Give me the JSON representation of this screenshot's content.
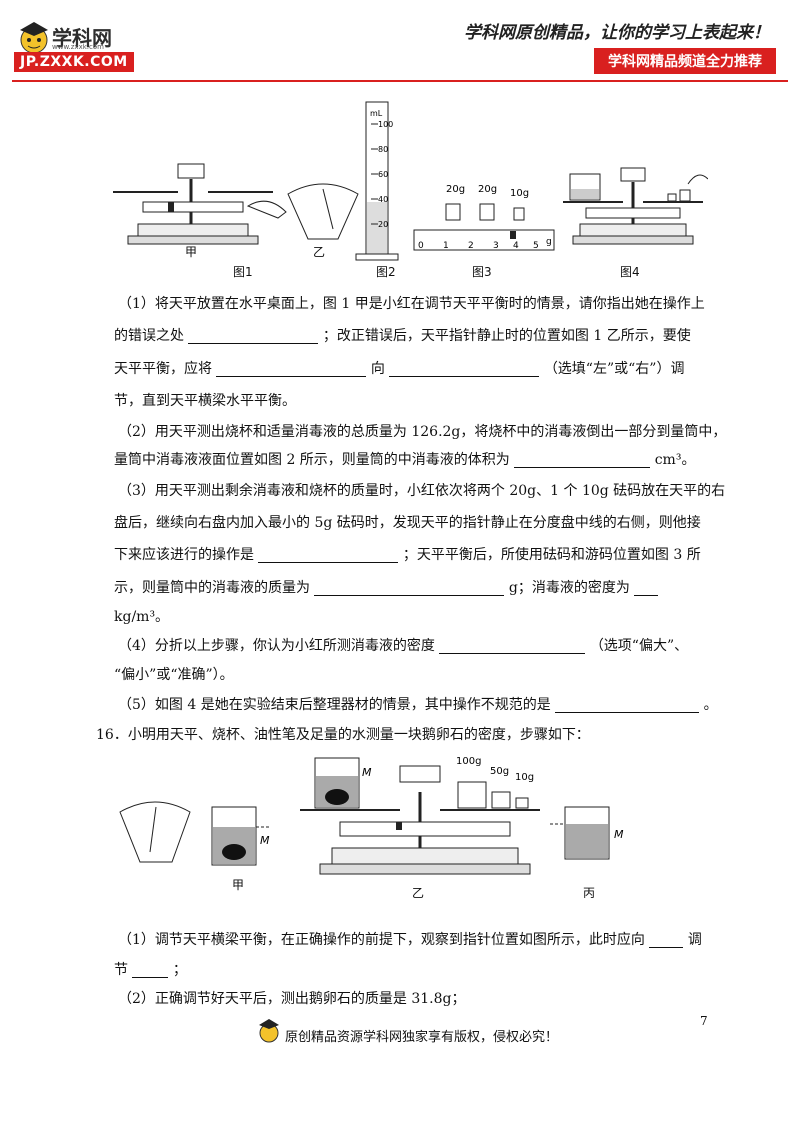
{
  "header": {
    "logo_text": "学科网",
    "logo_sub": "www.zxxk.com",
    "logo_url": "JP.ZXXK.COM",
    "slogan": "学科网原创精品，让你的学习上表起来！",
    "channel": "学科网精品频道全力推荐"
  },
  "figures_top": {
    "label_jia": "甲",
    "label_yi": "乙",
    "fig1": "图1",
    "fig2": "图2",
    "fig3": "图3",
    "fig4": "图4",
    "cylinder_unit": "mL",
    "cylinder_ticks": [
      "100",
      "80",
      "60",
      "40",
      "20"
    ],
    "weights": [
      "20g",
      "20g",
      "10g"
    ],
    "rider_scale": [
      "0",
      "1",
      "2",
      "3",
      "4",
      "5"
    ],
    "rider_unit": "g"
  },
  "q15": {
    "p1_l1": "（1）将天平放置在水平桌面上，图 1 甲是小红在调节天平平衡时的情景，请你指出她在操作上",
    "p1_l2a": "的错误之处",
    "p1_l2b": "；改正错误后，天平指针静止时的位置如图 1 乙所示，要使",
    "p1_l3a": "天平平衡，应将",
    "p1_l3b": "向",
    "p1_l3c": "（选填“左”或“右”）调",
    "p1_l4": "节，直到天平横梁水平平衡。",
    "p2_l1": "（2）用天平测出烧杯和适量消毒液的总质量为 126.2g，将烧杯中的消毒液倒出一部分到量筒中，",
    "p2_l2a": "量筒中消毒液液面位置如图 2 所示，则量筒的中消毒液的体积为",
    "p2_l2b": "cm³。",
    "p3_l1": "（3）用天平测出剩余消毒液和烧杯的质量时，小红依次将两个 20g、1 个 10g 砝码放在天平的右",
    "p3_l2": "盘后，继续向右盘内加入最小的 5g 砝码时，发现天平的指针静止在分度盘中线的右侧，则他接",
    "p3_l3a": "下来应该进行的操作是",
    "p3_l3b": "；天平平衡后，所使用砝码和游码位置如图 3 所",
    "p3_l4a": "示，则量筒中的消毒液的质量为",
    "p3_l4b": "g；消毒液的密度为",
    "p3_l5": "kg/m³。",
    "p4_l1a": "（4）分折以上步骤，你认为小红所测消毒液的密度",
    "p4_l1b": "（选项“偏大”、",
    "p4_l2": "“偏小”或“准确”）。",
    "p5_l1a": "（5）如图 4 是她在实验结束后整理器材的情景，其中操作不规范的是",
    "p5_l1b": "。"
  },
  "q16": {
    "intro": "16．小明用天平、烧杯、油性笔及足量的水测量一块鹅卵石的密度，步骤如下：",
    "label_jia": "甲",
    "label_yi": "乙",
    "label_bing": "丙",
    "mark_m": "M",
    "weights": [
      "100g",
      "50g",
      "10g"
    ],
    "p1_l1a": "（1）调节天平横梁平衡，在正确操作的前提下，观察到指针位置如图所示，此时应向",
    "p1_l1b": "调",
    "p1_l2a": "节",
    "p1_l2b": "；",
    "p2_l1": "（2）正确调节好天平后，测出鹅卵石的质量是 31.8g；"
  },
  "footer": {
    "text": "原创精品资源学科网独家享有版权，侵权必究！",
    "page": "7"
  },
  "colors": {
    "brand_red": "#d9201f"
  }
}
